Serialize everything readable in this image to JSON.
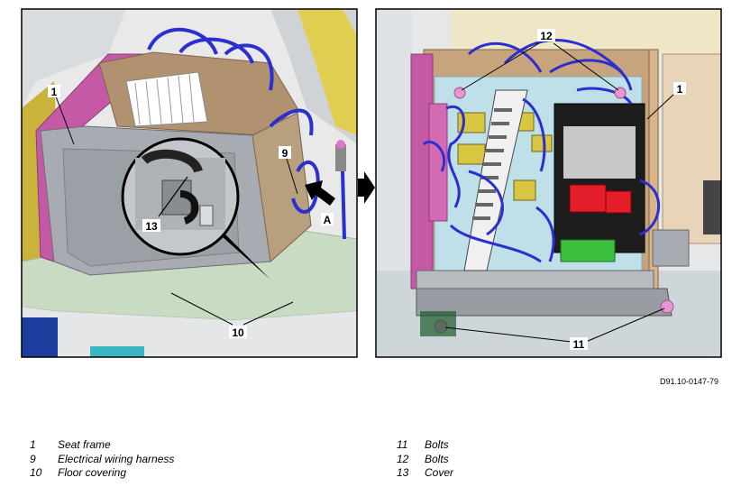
{
  "figure": {
    "reference_code": "D91.10-0147-79",
    "callouts": {
      "c1_left": "1",
      "c9": "9",
      "cA": "A",
      "c13": "13",
      "c10": "10",
      "c12": "12",
      "c1_right": "1",
      "c11": "11"
    }
  },
  "legend": {
    "left": [
      {
        "num": "1",
        "text": "Seat frame"
      },
      {
        "num": "9",
        "text": "Electrical wiring harness"
      },
      {
        "num": "10",
        "text": "Floor covering"
      }
    ],
    "right": [
      {
        "num": "11",
        "text": "Bolts"
      },
      {
        "num": "12",
        "text": "Bolts"
      },
      {
        "num": "13",
        "text": "Cover"
      }
    ]
  },
  "colors": {
    "frame_grey": "#a8acb2",
    "floor_green": "#c9dcc3",
    "harness_blue": "#2b2fd0",
    "seat_pink": "#c45aa6",
    "box_tan": "#b09270",
    "relay_red": "#e31e2a",
    "relay_green": "#3fbf3f",
    "connector_yellow": "#d8c642"
  }
}
